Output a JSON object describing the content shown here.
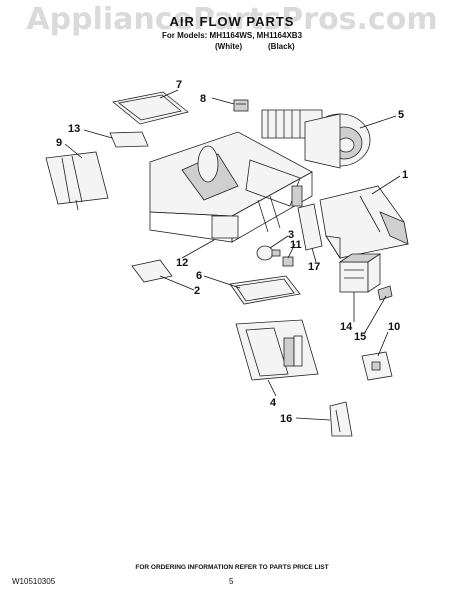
{
  "watermark": "AppliancePartsPros.com",
  "header": {
    "title": "AIR FLOW PARTS",
    "models_line": "For Models: MH1164WS, MH1164XB3",
    "color_white": "(White)",
    "color_black": "(Black)"
  },
  "callouts": [
    "1",
    "2",
    "3",
    "4",
    "5",
    "6",
    "7",
    "8",
    "9",
    "10",
    "11",
    "12",
    "13",
    "14",
    "15",
    "16",
    "17"
  ],
  "footer": {
    "ordering_note": "FOR ORDERING INFORMATION REFER TO PARTS PRICE LIST",
    "doc_number": "W10510305",
    "page_number": "5"
  }
}
